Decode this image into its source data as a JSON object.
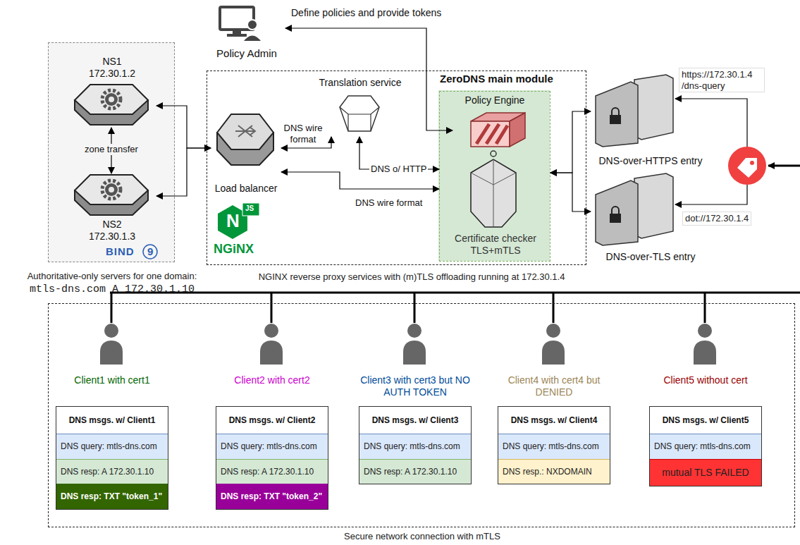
{
  "diagram": {
    "nodes": [
      {
        "text": [
          "Authoritative-only servers for one domain:",
          "mtls-dns.com A 172.30.1.10"
        ]
      },
      {
        "text": [
          "NS1 172.30.1.2"
        ],
        "in": 0
      },
      {
        "text": [
          "NS2 172.30.1.3"
        ],
        "in": 0
      },
      {
        "text": [
          "Policy Admin"
        ]
      },
      {
        "text": [
          "ZeroDNS main module",
          "NGINX reverse proxy services with (m)TLS offloading running at 172.30.1.4"
        ]
      },
      {
        "text": [
          "Load balancer"
        ],
        "in": 4
      },
      {
        "text": [
          "Translation service"
        ],
        "in": 4
      },
      {
        "text": [
          "Certificate checker TLS+mTLS"
        ],
        "in": 4
      },
      {
        "text": [
          "Policy Engine"
        ],
        "in": 7
      },
      {
        "text": [
          "DNS-over-HTTPS entry"
        ]
      },
      {
        "text": [
          "DNS-over-TLS entry"
        ]
      },
      {
        "text": [
          "Secure network connection with mTLS"
        ]
      },
      {
        "text": [
          "Client1 with cert1"
        ],
        "in": 11
      },
      {
        "text": [
          "DNS msgs. w/ Client1"
        ],
        "in": 12
      },
      {
        "text": [
          "DNS query: mtls-dns.com"
        ],
        "in": 13
      },
      {
        "text": [
          "DNS resp: A 172.30.1.10"
        ],
        "in": 13
      },
      {
        "text": [
          "DNS resp: TXT \"token_1\""
        ],
        "in": 13
      },
      {
        "text": [
          "Client2 with cert2"
        ],
        "in": 11
      },
      {
        "text": [
          "DNS msgs. w/ Client2"
        ],
        "in": 17
      },
      {
        "text": [
          "DNS query: mtls-dns.com"
        ],
        "in": 18
      },
      {
        "text": [
          "DNS resp: A 172.30.1.10"
        ],
        "in": 18
      },
      {
        "text": [
          "DNS resp: TXT \"token_2\""
        ],
        "in": 18
      },
      {
        "text": [
          "Client3 with cert3 but NO AUTH TOKEN"
        ],
        "in": 11
      },
      {
        "text": [
          "DNS msgs. w/ Client3"
        ],
        "in": 22
      },
      {
        "text": [
          "DNS query: mtls-dns.com"
        ],
        "in": 23
      },
      {
        "text": [
          "DNS resp: A 172.30.1.10"
        ],
        "in": 23
      },
      {
        "text": [
          "Client4 with cert4 but DENIED"
        ],
        "in": 11
      },
      {
        "text": [
          "DNS msgs. w/ Client4"
        ],
        "in": 26
      },
      {
        "text": [
          "DNS query: mtls-dns.com"
        ],
        "in": 27
      },
      {
        "text": [
          "DNS resp.: NXDOMAIN"
        ],
        "in": 27
      },
      {
        "text": [
          "Client5 without cert"
        ],
        "in": 11
      },
      {
        "text": [
          "DNS msgs. w/ Client5"
        ],
        "in": 30
      },
      {
        "text": [
          "DNS query: mtls-dns.com"
        ],
        "in": 31
      },
      {
        "text": [
          "mutual TLS FAILED"
        ],
        "in": 31
      }
    ],
    "edges": [
      {
        "from": 1,
        "to": 2,
        "label": "zone transfer",
        "arrow": "both"
      },
      {
        "from": 1,
        "to": 5,
        "arrow": "both"
      },
      {
        "from": 2,
        "to": 5,
        "arrow": "both"
      },
      {
        "from": 5,
        "to": 6,
        "label": "DNS wire format",
        "arrow": "both"
      },
      {
        "from": 7,
        "to": 6,
        "label": "DNS o/ HTTP",
        "arrow": "both"
      },
      {
        "from": 7,
        "to": 5,
        "label": "DNS wire format",
        "arrow": "both"
      },
      {
        "from": 8,
        "to": 3,
        "label": "Define policies and provide tokens",
        "arrow": "both"
      },
      {
        "from": 7,
        "to": 9,
        "arrow": "both"
      },
      {
        "from": 7,
        "to": 10,
        "arrow": "both"
      }
    ],
    "labels": [
      "BIND",
      "9",
      "N",
      "JS",
      "NGiNX",
      "https://172.30.1.4 /dns-query",
      "dot://172.30.1.4"
    ]
  }
}
